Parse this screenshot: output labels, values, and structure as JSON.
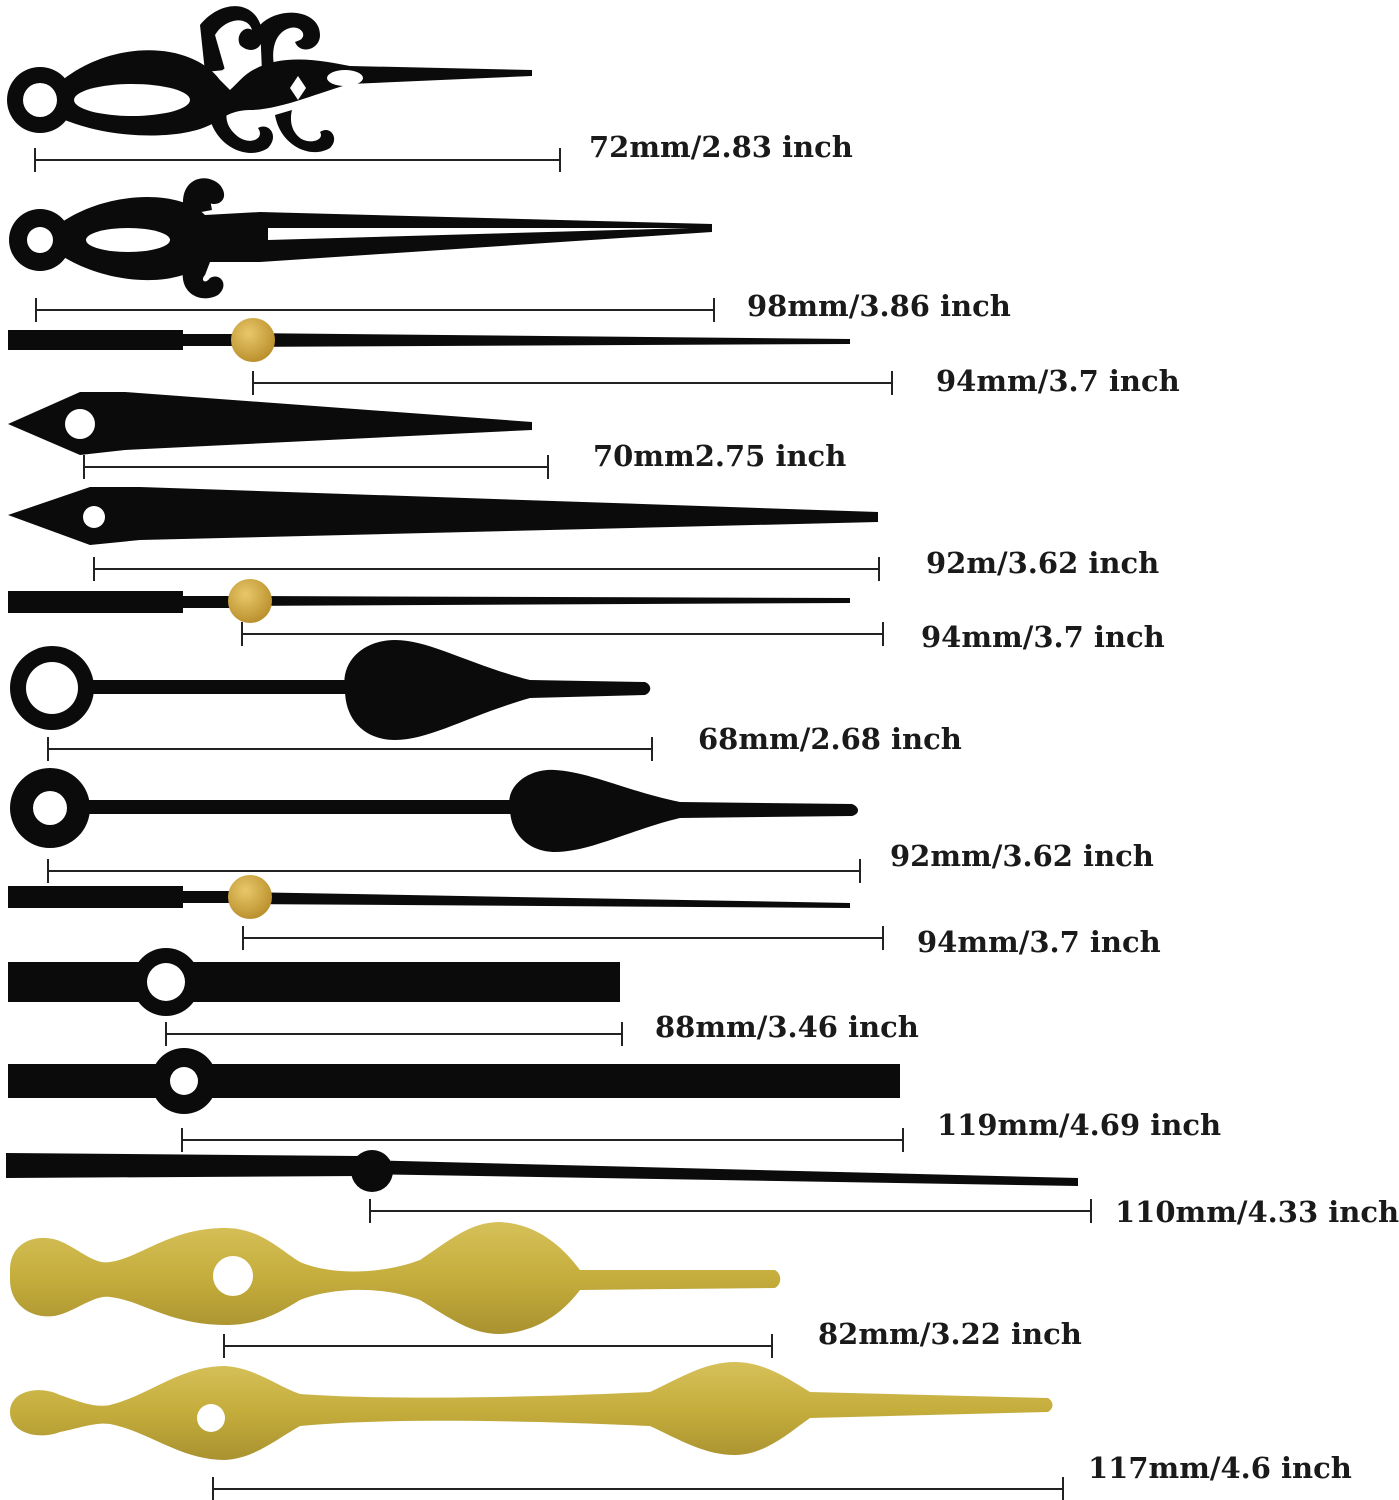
{
  "colors": {
    "hand": "#0b0b0b",
    "brass": "#c9b23f",
    "brass_dark": "#a8922c",
    "cap": "#d7b24a",
    "line": "#222222"
  },
  "hands": [
    {
      "name": "ornate-short",
      "color": "hand",
      "label": "72mm/2.83 inch"
    },
    {
      "name": "ornate-long",
      "color": "hand",
      "label": "98mm/3.86 inch"
    },
    {
      "name": "second-1",
      "color": "hand",
      "label": "94mm/3.7 inch"
    },
    {
      "name": "spade-short",
      "color": "hand",
      "label": "70mm2.75 inch"
    },
    {
      "name": "spade-long",
      "color": "hand",
      "label": "92m/3.62 inch"
    },
    {
      "name": "second-2",
      "color": "hand",
      "label": "94mm/3.7 inch"
    },
    {
      "name": "teardrop-short",
      "color": "hand",
      "label": "68mm/2.68 inch"
    },
    {
      "name": "teardrop-long",
      "color": "hand",
      "label": "92mm/3.62 inch"
    },
    {
      "name": "second-3",
      "color": "hand",
      "label": "94mm/3.7 inch"
    },
    {
      "name": "bar-short",
      "color": "hand",
      "label": "88mm/3.46 inch"
    },
    {
      "name": "bar-long",
      "color": "hand",
      "label": "119mm/4.69 inch"
    },
    {
      "name": "second-4",
      "color": "hand",
      "label": "110mm/4.33 inch"
    },
    {
      "name": "brass-short",
      "color": "brass",
      "label": "82mm/3.22 inch"
    },
    {
      "name": "brass-long",
      "color": "brass",
      "label": "117mm/4.6 inch"
    }
  ]
}
